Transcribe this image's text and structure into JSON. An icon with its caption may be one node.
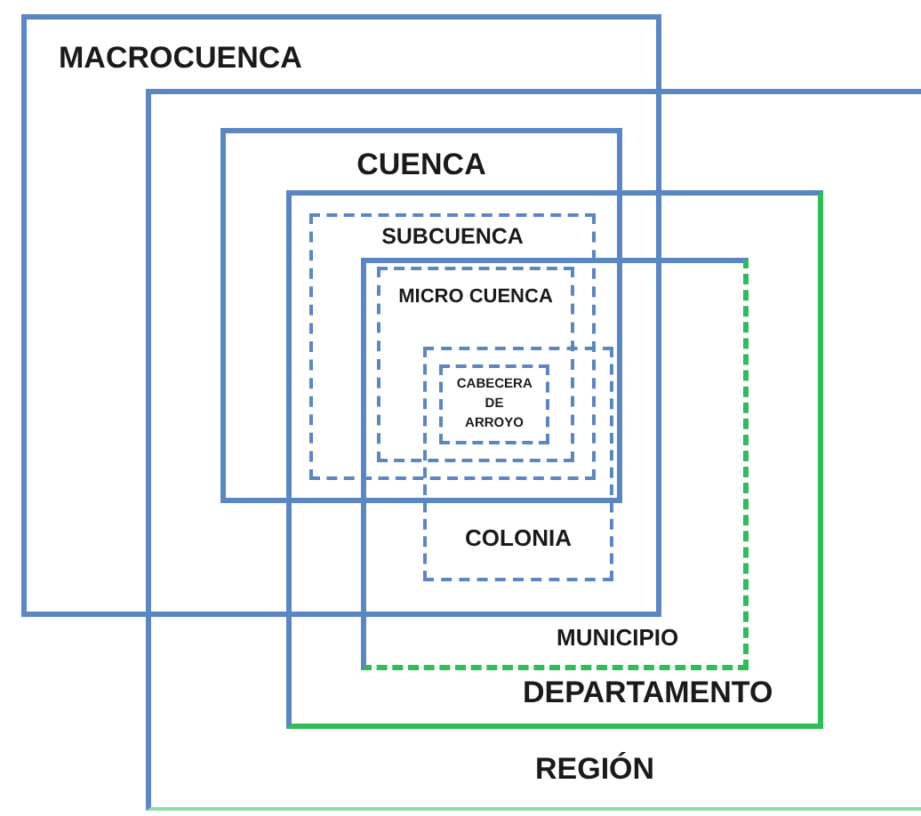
{
  "diagram": {
    "nodes": [
      {
        "text": [
          "MACROCUENCA"
        ]
      },
      {
        "text": [
          "CUENCA"
        ]
      },
      {
        "text": [
          "SUBCUENCA"
        ]
      },
      {
        "text": [
          "MICRO CUENCA"
        ]
      },
      {
        "text": [
          "CABECERA DE ARROYO"
        ]
      },
      {
        "text": [
          "REGIÓN"
        ]
      },
      {
        "text": [
          "DEPARTAMENTO"
        ],
        "in": 5
      },
      {
        "text": [
          "MUNICIPIO"
        ],
        "in": 6
      },
      {
        "text": [
          "COLONIA"
        ]
      }
    ]
  }
}
